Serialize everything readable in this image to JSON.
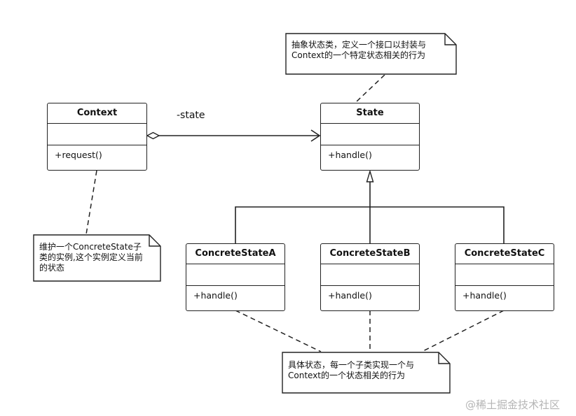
{
  "classes": {
    "context": {
      "name": "Context",
      "op": "+request()"
    },
    "state": {
      "name": "State",
      "op": "+handle()"
    },
    "concrete_a": {
      "name": "ConcreteStateA",
      "op": "+handle()"
    },
    "concrete_b": {
      "name": "ConcreteStateB",
      "op": "+handle()"
    },
    "concrete_c": {
      "name": "ConcreteStateC",
      "op": "+handle()"
    }
  },
  "association_label": "-state",
  "notes": {
    "state_note": [
      "抽象状态类，定义一个接口以封装与",
      "Context的一个特定状态相关的行为"
    ],
    "context_note": [
      "维护一个ConcreteState子",
      "类的实例,这个实例定义当前",
      "的状态"
    ],
    "concrete_note": [
      "具体状态，每一个子类实现一个与",
      "Context的一个状态相关的行为"
    ]
  },
  "watermark": "@稀土掘金技术社区"
}
